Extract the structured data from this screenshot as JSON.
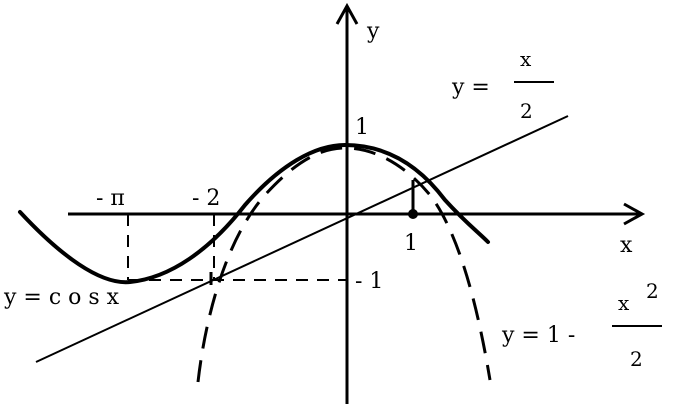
{
  "axes": {
    "x_label": "x",
    "y_label": "y",
    "tick_x_neg_pi": "- π",
    "tick_x_neg_two": "- 2",
    "tick_x_one": "1",
    "tick_y_one": "1",
    "tick_y_neg_one": "- 1"
  },
  "curves": {
    "cos_label": "y = c o s x",
    "line_label_lhs": "y   =",
    "line_label_num": "x",
    "line_label_den": "2",
    "parabola_label_lhs": "y   = 1  -",
    "parabola_label_num": "x",
    "parabola_label_exp": "2",
    "parabola_label_den": "2"
  }
}
